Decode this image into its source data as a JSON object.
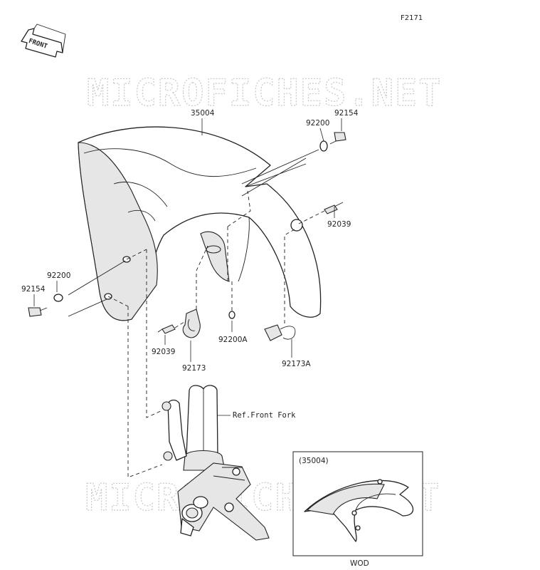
{
  "figure_code": "F2171",
  "front_badge": "FRONT",
  "watermark": "MICROFICHES.NET",
  "callouts": {
    "fender": "35004",
    "bolt_right": "92154",
    "washer_right": "92200",
    "clamp_right": "92039",
    "washer_left": "92200",
    "bolt_left": "92154",
    "clamp_left": "92039",
    "clip_left": "92173",
    "washer_small": "92200A",
    "clip_right": "92173A",
    "fork_ref": "Ref.Front Fork"
  },
  "inset": {
    "title": "(35004)",
    "caption": "WOD"
  }
}
